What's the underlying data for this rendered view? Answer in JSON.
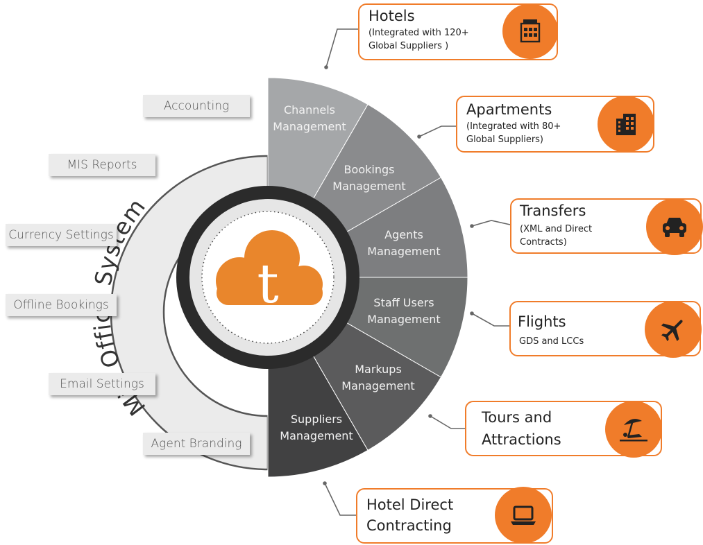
{
  "hub": {
    "ring_title": "Mid Office System",
    "logo_letter": "t",
    "accent_color": "#e9862c"
  },
  "modules": [
    {
      "line1": "Channels",
      "line2": "Management"
    },
    {
      "line1": "Bookings",
      "line2": "Management"
    },
    {
      "line1": "Agents",
      "line2": "Management"
    },
    {
      "line1": "Staff Users",
      "line2": "Management"
    },
    {
      "line1": "Markups",
      "line2": "Management"
    },
    {
      "line1": "Suppliers",
      "line2": "Management"
    }
  ],
  "settings": [
    "Accounting",
    "MIS Reports",
    "Currency Settings",
    "Offline Bookings",
    "Email Settings",
    "Agent Branding"
  ],
  "products": [
    {
      "title": "Hotels",
      "sub1": "(Integrated with 120+",
      "sub2": "Global Suppliers )",
      "icon": "hotel-building-icon"
    },
    {
      "title": "Apartments",
      "sub1": "(Integrated with 80+",
      "sub2": "Global Suppliers)",
      "icon": "apartment-building-icon"
    },
    {
      "title": "Transfers",
      "sub1": "(XML and Direct",
      "sub2": "Contracts)",
      "icon": "car-icon"
    },
    {
      "title": "Flights",
      "sub1": "GDS and LCCs",
      "sub2": "",
      "icon": "airplane-icon"
    },
    {
      "title": "Tours and",
      "sub1": "Attractions",
      "sub2": "",
      "icon": "beach-umbrella-icon"
    },
    {
      "title": "Hotel Direct",
      "sub1": "Contracting",
      "sub2": "",
      "icon": "laptop-icon"
    }
  ],
  "colors": {
    "orange": "#f07c2a",
    "ring_grey": "#ebebeb",
    "sector_1": "#a5a7a9",
    "sector_2": "#8a8b8d",
    "sector_3": "#7d7e80",
    "sector_4": "#6e7070",
    "sector_5": "#5b5b5c",
    "sector_6": "#414142"
  }
}
